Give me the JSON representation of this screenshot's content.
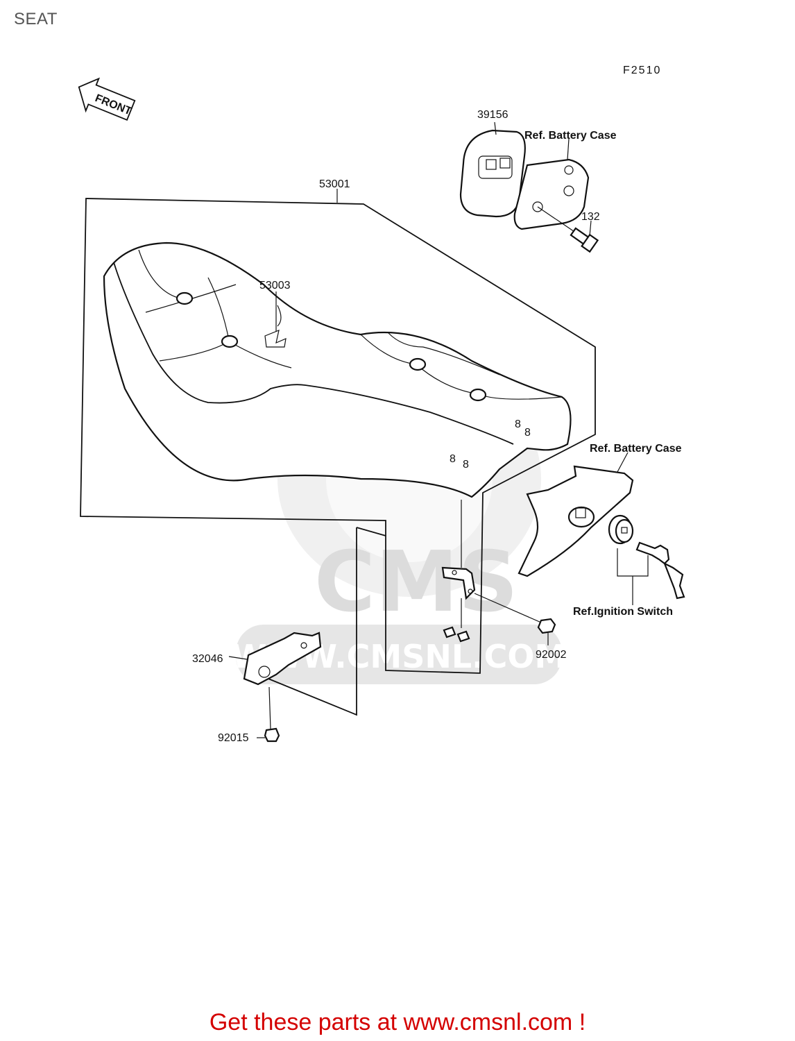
{
  "page": {
    "title": "SEAT"
  },
  "diagram": {
    "figure_code": "F2510",
    "front_arrow_text": "FRONT",
    "watermark": {
      "logo_text": "CMS",
      "url_text": "WWW.CMSNL.COM"
    },
    "callouts": {
      "p39156": "39156",
      "battery_case_top": "Ref. Battery Case",
      "p132": "132",
      "p53001": "53001",
      "p53003": "53003",
      "battery_case_right": "Ref. Battery Case",
      "ignition_switch": "Ref.Ignition Switch",
      "p92002": "92002",
      "p32046": "32046",
      "p92015": "92015"
    }
  },
  "footer": {
    "link_text": "Get these parts at www.cmsnl.com !"
  }
}
